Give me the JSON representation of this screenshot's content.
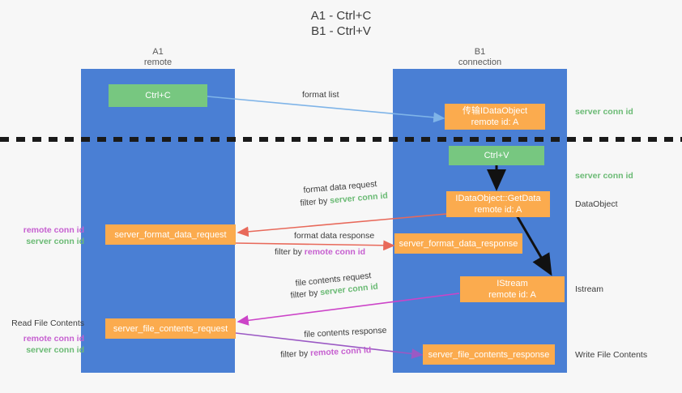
{
  "title": "A1 - Ctrl+C\nB1 - Ctrl+V",
  "lanes": [
    {
      "name": "A1",
      "role": "remote"
    },
    {
      "name": "B1",
      "role": "connection"
    }
  ],
  "nodes": [
    {
      "id": "ctrl-c",
      "label": "Ctrl+C",
      "color": "green"
    },
    {
      "id": "format-list-dataobject",
      "label": "传输IDataObject\nremote id: A",
      "color": "orange"
    },
    {
      "id": "ctrl-v",
      "label": "Ctrl+V",
      "color": "green"
    },
    {
      "id": "idataobject-getdata",
      "label": "IDataObject::GetData\nremote id: A",
      "color": "orange"
    },
    {
      "id": "server-format-data-request",
      "label": "server_format_data_request",
      "color": "orange"
    },
    {
      "id": "server-format-data-response",
      "label": "server_format_data_response",
      "color": "orange"
    },
    {
      "id": "istream",
      "label": "IStream\nremote id: A",
      "color": "orange"
    },
    {
      "id": "server-file-contents-request",
      "label": "server_file_contents_request",
      "color": "orange"
    },
    {
      "id": "server-file-contents-response",
      "label": "server_file_contents_response",
      "color": "orange"
    }
  ],
  "edge_labels": {
    "format_list": "format list",
    "format_data_request": "format data request",
    "format_data_response": "format data response",
    "file_contents_request": "file contents request",
    "file_contents_response": "file contents response",
    "filter_by": "filter by ",
    "server_conn_id": "server conn id",
    "remote_conn_id": "remote conn id"
  },
  "right_labels": {
    "server_conn_id_top": "server conn id",
    "server_conn_id_mid": "server conn id",
    "data_object": "DataObject",
    "istream": "Istream",
    "write_file_contents": "Write File Contents"
  },
  "left_labels": {
    "remote_conn_id_1": "remote conn id",
    "server_conn_id_1": "server conn id",
    "read_file_contents": "Read File Contents",
    "remote_conn_id_2": "remote conn id",
    "server_conn_id_2": "server conn id"
  },
  "colors": {
    "lane": "#4a7fd4",
    "green_box": "#77c780",
    "orange_box": "#fbab4e",
    "server_conn_id": "#6aba74",
    "remote_conn_id": "#c65fd0",
    "arrow_blue": "#7fb4e8",
    "arrow_red": "#e8695a",
    "arrow_magenta": "#cc44c8",
    "arrow_purple": "#9b59c4",
    "arrow_black": "#111111",
    "divider": "#1a1a1a"
  }
}
